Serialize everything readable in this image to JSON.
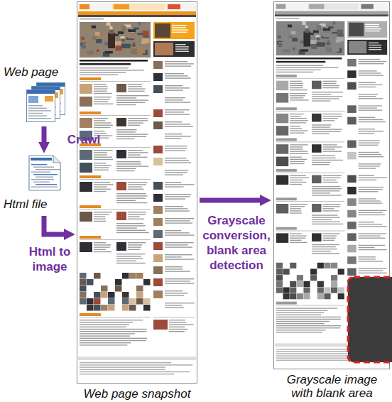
{
  "diagram": {
    "nodes": [
      {
        "text": [
          "Web page"
        ]
      },
      {
        "text": [
          "Html file"
        ]
      },
      {
        "text": [
          "Web page snapshot"
        ]
      },
      {
        "text": [
          "Grayscale image with blank area"
        ]
      }
    ],
    "edges": [
      {
        "from": 0,
        "to": 1,
        "arrow": "to",
        "label": "Crawl"
      },
      {
        "from": 1,
        "to": 2,
        "arrow": "to",
        "label": "Html to image"
      },
      {
        "from": 2,
        "to": 3,
        "arrow": "to",
        "label": "Grayscale conversion, blank area detection"
      }
    ]
  }
}
